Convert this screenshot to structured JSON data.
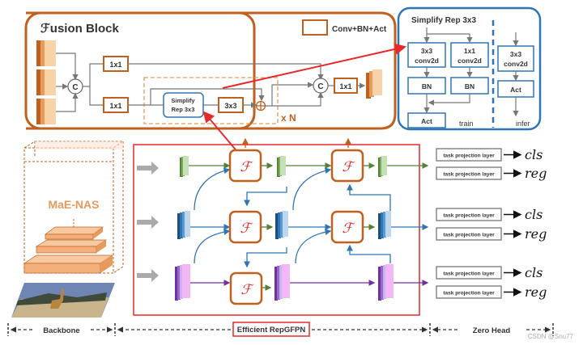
{
  "fusion_block": {
    "title": "ℱusion Block",
    "legend_label": "Conv+BN+Act",
    "conv1x1_a": "1x1",
    "conv1x1_b": "1x1",
    "conv1x1_out": "1x1",
    "concat_symbol": "C",
    "simplify_rep": [
      "Simplify",
      "Rep 3x3"
    ],
    "conv3x3": "3x3",
    "repeat_label": "x N"
  },
  "simplify_rep_panel": {
    "title": "Simplify Rep 3x3",
    "train_conv3x3": [
      "3x3",
      "conv2d"
    ],
    "train_conv1x1": [
      "1x1",
      "conv2d"
    ],
    "bn": "BN",
    "act": "Act",
    "train_label": "train",
    "infer_conv": [
      "3x3",
      "conv2d"
    ],
    "infer_act": "Act",
    "infer_label": "infer"
  },
  "backbone": {
    "name": "MaE-NAS",
    "dots": "⋮",
    "section_label": "Backbone"
  },
  "neck": {
    "fusion_symbol": "ℱ",
    "section_label": "Efficient RepGFPN"
  },
  "head": {
    "section_label": "Zero Head",
    "rows": [
      {
        "layer": "task projection layer",
        "output": "cls"
      },
      {
        "layer": "task projection layer",
        "output": "reg"
      },
      {
        "layer": "task projection layer",
        "output": "cls"
      },
      {
        "layer": "task projection layer",
        "output": "reg"
      },
      {
        "layer": "task projection layer",
        "output": "cls"
      },
      {
        "layer": "task projection layer",
        "output": "reg"
      }
    ]
  },
  "watermark": "CSDN @Snu77",
  "colors": {
    "fusion_orange": "#c0601e",
    "rep_blue": "#2e75b6",
    "neck_red": "#e8282a",
    "green": "#538135",
    "purple": "#7030a0"
  }
}
